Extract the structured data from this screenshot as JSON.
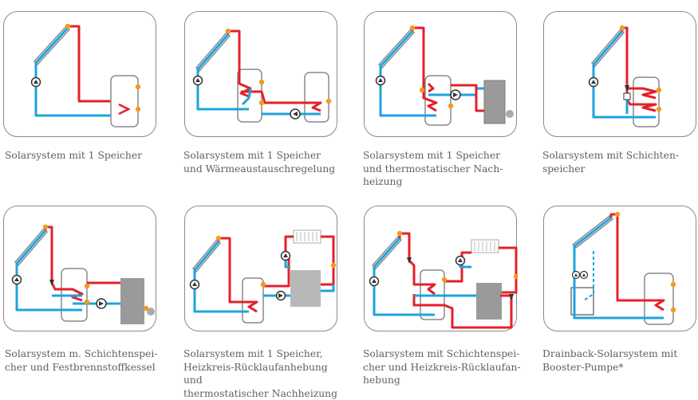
{
  "colors": {
    "hot": "#e4202a",
    "cold": "#1da4dc",
    "outline": "#8a8a8a",
    "sensor": "#f39a1e"
  },
  "systems": [
    {
      "caption_lines": [
        "Solarsystem mit 1 Speicher"
      ]
    },
    {
      "caption_lines": [
        "Solarsystem mit 1 Speicher",
        "und Wärmeaustauschregelung"
      ]
    },
    {
      "caption_lines": [
        "Solarsystem mit 1 Speicher",
        "und thermostatischer Nach-",
        "heizung"
      ]
    },
    {
      "caption_lines": [
        "Solarsystem mit Schichten-",
        "speicher"
      ]
    },
    {
      "caption_lines": [
        "Solarsystem m. Schichtenspei-",
        "cher und Festbrennstoffkessel"
      ]
    },
    {
      "caption_lines": [
        "Solarsystem mit 1 Speicher,",
        "Heizkreis-Rücklaufanhebung und",
        "thermostatischer Nachheizung"
      ]
    },
    {
      "caption_lines": [
        "Solarsystem mit Schichtenspei-",
        "cher und Heizkreis-Rücklaufan-",
        "hebung"
      ]
    },
    {
      "caption_lines": [
        "Drainback-Solarsystem mit",
        "Booster-Pumpe*"
      ]
    }
  ]
}
